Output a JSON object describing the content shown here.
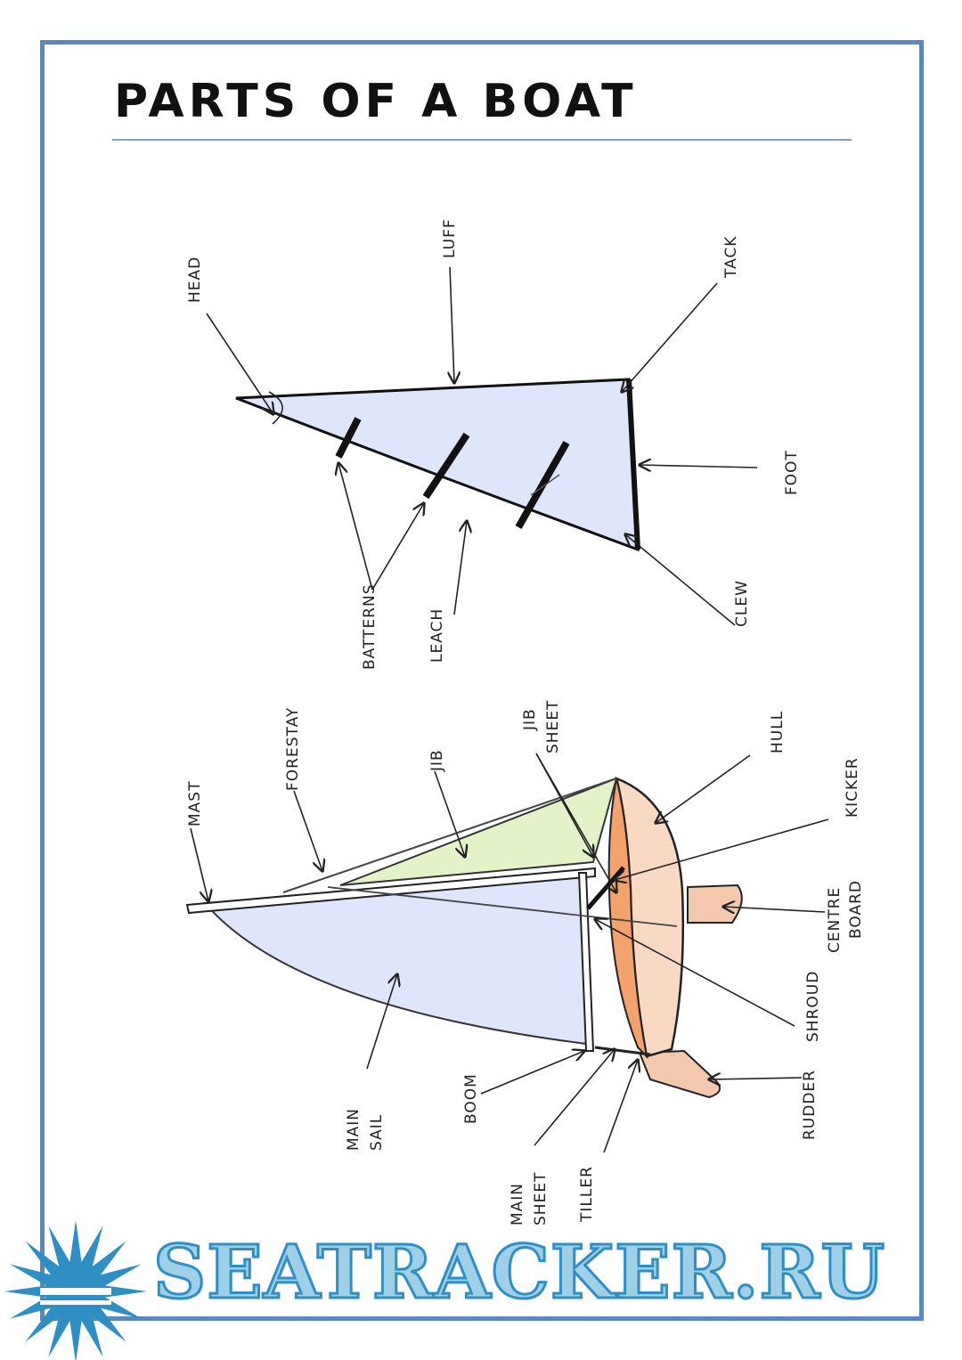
{
  "title": "PARTS OF A BOAT",
  "watermark": "SEATRACKER.RU",
  "colors": {
    "frame": "#5b87c0",
    "sail": "#dfe5fb",
    "jib": "#e4f2c8",
    "hull": "#f8d9c4",
    "hull_side": "#f4a26c",
    "rudder": "#f3c9ad",
    "watermark": "#2e8fc5"
  },
  "sail_labels": {
    "head": "HEAD",
    "luff": "LUFF",
    "tack": "TACK",
    "foot": "FOOT",
    "clew": "CLEW",
    "leach": "LEACH",
    "batterns": "BATTERNS"
  },
  "boat_labels": {
    "mast": "MAST",
    "forestay": "FORESTAY",
    "jib": "JIB",
    "jib_sheet_1": "JIB",
    "jib_sheet_2": "SHEET",
    "hull": "HULL",
    "kicker": "KICKER",
    "centre_board_1": "CENTRE",
    "centre_board_2": "BOARD",
    "shroud": "SHROUD",
    "rudder": "RUDDER",
    "main_sail_1": "MAIN",
    "main_sail_2": "SAIL",
    "boom": "BOOM",
    "main_sheet_1": "MAIN",
    "main_sheet_2": "SHEET",
    "tiller": "TILLER"
  }
}
